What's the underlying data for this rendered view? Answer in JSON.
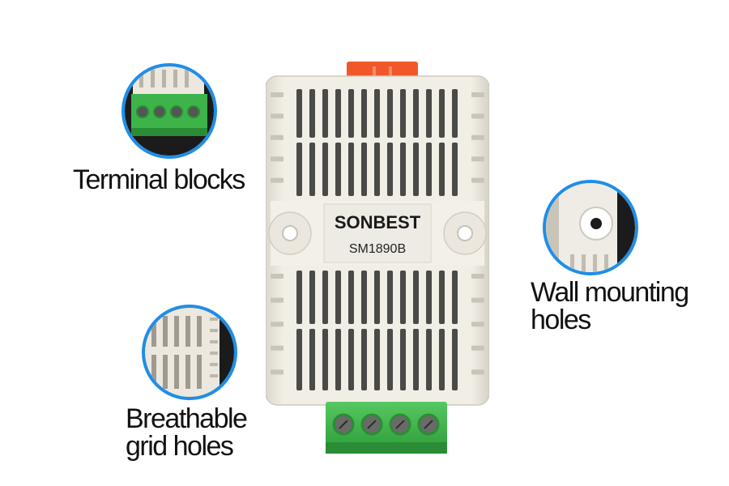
{
  "device": {
    "brand": "SONBEST",
    "model": "SM1890B"
  },
  "callouts": {
    "terminal_blocks": {
      "label": "Terminal blocks"
    },
    "wall_mounting": {
      "line1": "Wall mounting",
      "line2": "holes"
    },
    "breathable": {
      "line1": "Breathable",
      "line2": "grid holes"
    }
  },
  "colors": {
    "callout_ring": "#1f8ee8",
    "housing": "#ece8df",
    "terminal_green": "#3db34a",
    "connector_orange": "#f0582b"
  }
}
